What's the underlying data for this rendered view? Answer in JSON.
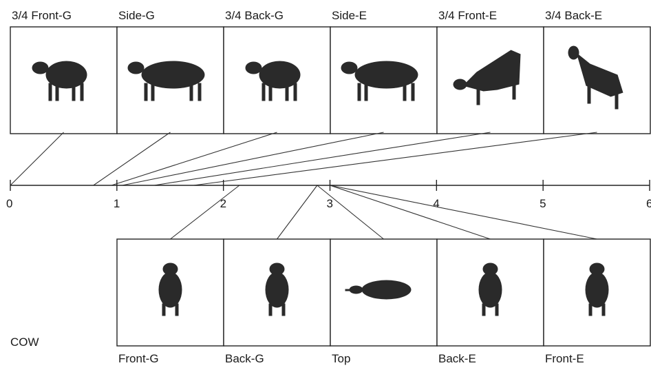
{
  "figure": {
    "species_label": "COW"
  },
  "scale": {
    "min": 0,
    "max": 6,
    "ticks": [
      "0",
      "1",
      "2",
      "3",
      "4",
      "5",
      "6"
    ]
  },
  "top_row": [
    {
      "label": "3/4 Front-G",
      "value": 0.0,
      "icon": "cow-three-quarter-front-silhouette"
    },
    {
      "label": "Side-G",
      "value": 0.78,
      "icon": "cow-side-silhouette"
    },
    {
      "label": "3/4 Back-G",
      "value": 0.95,
      "icon": "cow-three-quarter-back-silhouette"
    },
    {
      "label": "Side-E",
      "value": 1.05,
      "icon": "cow-side-elevated-silhouette"
    },
    {
      "label": "3/4 Front-E",
      "value": 1.35,
      "icon": "cow-three-quarter-front-elevated-silhouette"
    },
    {
      "label": "3/4 Back-E",
      "value": 1.72,
      "icon": "cow-three-quarter-back-elevated-silhouette"
    }
  ],
  "bottom_row": [
    {
      "label": "Front-G",
      "value": 2.15,
      "icon": "cow-front-silhouette"
    },
    {
      "label": "Back-G",
      "value": 2.88,
      "icon": "cow-back-silhouette"
    },
    {
      "label": "Top",
      "value": 2.88,
      "icon": "cow-top-silhouette"
    },
    {
      "label": "Back-E",
      "value": 3.0,
      "icon": "cow-back-elevated-silhouette"
    },
    {
      "label": "Front-E",
      "value": 3.0,
      "icon": "cow-front-elevated-silhouette"
    }
  ]
}
